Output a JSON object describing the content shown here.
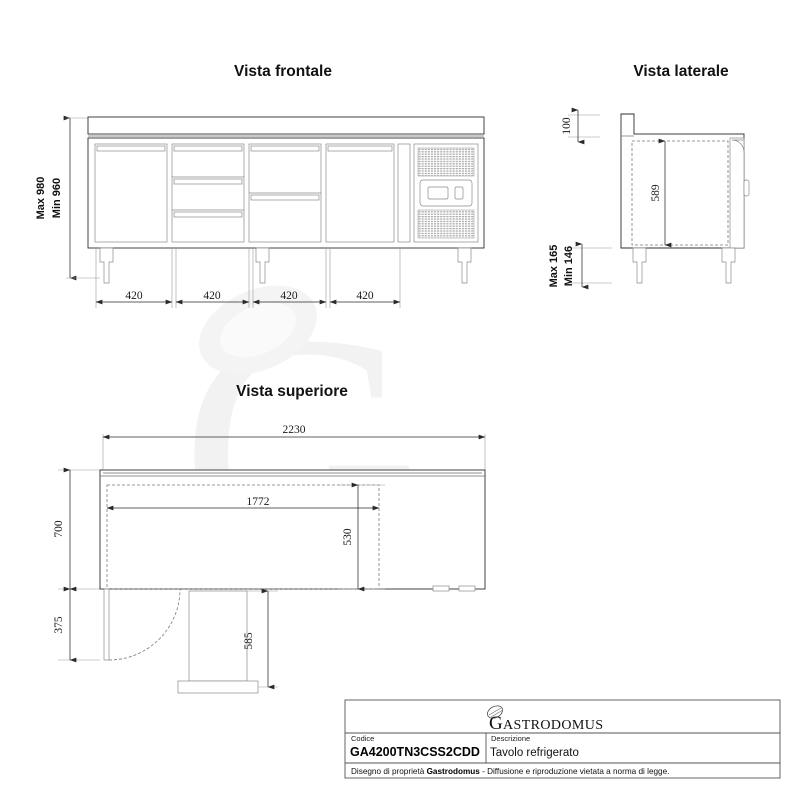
{
  "document": {
    "type": "technical-drawing",
    "language": "it"
  },
  "views": {
    "front": {
      "title": "Vista frontale",
      "dimensions": {
        "height_max_label": "Max 980",
        "height_min_label": "Min 960",
        "widths": [
          "420",
          "420",
          "420",
          "420"
        ]
      },
      "compartments": [
        {
          "kind": "door",
          "panels": 1
        },
        {
          "kind": "drawers",
          "panels": 3
        },
        {
          "kind": "drawers",
          "panels": 2
        },
        {
          "kind": "door",
          "panels": 1
        }
      ],
      "control_panel": {
        "display": "display-window",
        "button": "control-button",
        "vents": 2
      },
      "legs": 3
    },
    "side": {
      "title": "Vista laterale",
      "dimensions": {
        "top_overhang": "100",
        "inner_height": "589",
        "leg_max_label": "Max 165",
        "leg_min_label": "Min 146"
      },
      "legs": 2
    },
    "top": {
      "title": "Vista superiore",
      "dimensions": {
        "overall_length": "2230",
        "inner_length": "1772",
        "overall_depth": "700",
        "inner_depth": "530",
        "door_swing_depth": "375",
        "door_open_depth": "585"
      }
    }
  },
  "title_block": {
    "logo_first_letter": "G",
    "logo_rest": "ASTRODOMUS",
    "logo_full": "Gastrodomus",
    "code_label": "Codice",
    "code_value": "GA4200TN3CSS2CDD",
    "description_label": "Descrizione",
    "description_value": "Tavolo refrigerato",
    "footer_prefix": "Disegno di proprietà ",
    "footer_brand": "Gastrodomus",
    "footer_suffix": " - Diffusione e riproduzione vietata a norma di legge."
  },
  "watermark": {
    "letter": "G"
  },
  "colors": {
    "background": "#ffffff",
    "line": "#3c3c3c",
    "dimension": "#2a2a2a",
    "hidden": "#7a7a7a",
    "watermark": "#f2f2f2"
  }
}
